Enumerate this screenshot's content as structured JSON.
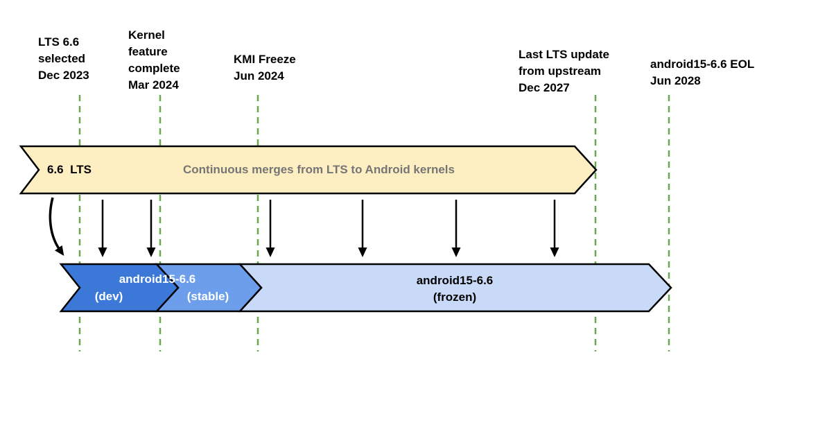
{
  "diagram": {
    "milestones": [
      {
        "label": "LTS 6.6\nselected\nDec 2023"
      },
      {
        "label": "Kernel\nfeature\ncomplete\nMar 2024"
      },
      {
        "label": "KMI Freeze\nJun 2024"
      },
      {
        "label": "Last LTS update\nfrom upstream\nDec 2027"
      },
      {
        "label": "android15-6.6 EOL\nJun 2028"
      }
    ],
    "lts_banner": {
      "version_tag": "6.6  LTS",
      "description": "Continuous merges from LTS to Android kernels"
    },
    "branches": {
      "dev_label": "android15-6.6",
      "dev_stage": "(dev)",
      "stable_stage": "(stable)",
      "frozen_label": "android15-6.6\n(frozen)"
    },
    "colors": {
      "milestone_line": "#6aa84f",
      "lts_fill": "#feefc3",
      "dev_fill": "#3c78d8",
      "stable_fill": "#6d9eeb",
      "frozen_fill": "#c9daf8",
      "lts_description_text": "#757575",
      "arrow": "#000000"
    }
  }
}
